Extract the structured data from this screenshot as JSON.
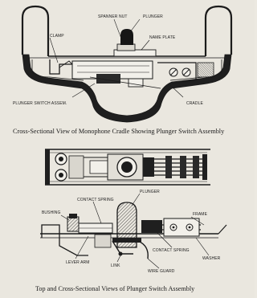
{
  "top_figure": {
    "labels": {
      "spanner_nut": "SPANNER NUT",
      "plunger": "PLUNGER",
      "clamp": "CLAMP",
      "name_plate": "NAME PLATE",
      "plunger_switch_assem": "PLUNGER SWITCH ASSEM.",
      "cradle": "CRADLE"
    },
    "caption": "Cross-Sectional View of Monophone Cradle Showing Plunger Switch Assembly"
  },
  "bottom_figure": {
    "labels": {
      "plunger": "PLUNGER",
      "contact_spring_top": "CONTACT SPRING",
      "bushing": "BUSHING",
      "frame": "FRAME",
      "lever_arm": "LEVER ARM",
      "link": "LINK",
      "contact_spring_bottom": "CONTACT SPRING",
      "wire_guard": "WIRE GUARD",
      "washer": "WASHER"
    },
    "caption": "Top and Cross-Sectional Views of Plunger Switch Assembly"
  }
}
